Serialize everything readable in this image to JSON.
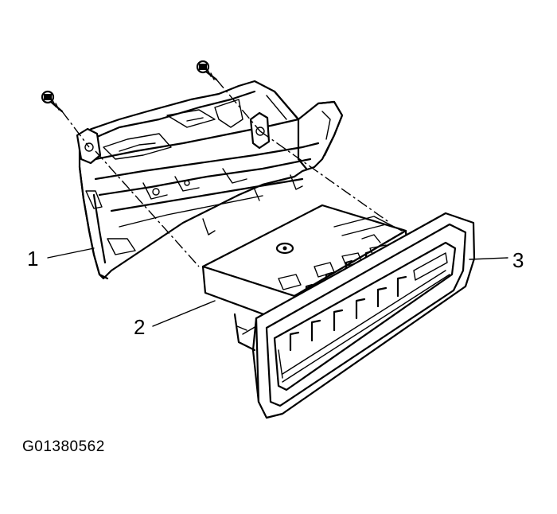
{
  "callouts": {
    "one": "1",
    "two": "2",
    "three": "3"
  },
  "figure_id": "G01380562",
  "colors": {
    "ink": "#000000",
    "background": "#ffffff"
  }
}
